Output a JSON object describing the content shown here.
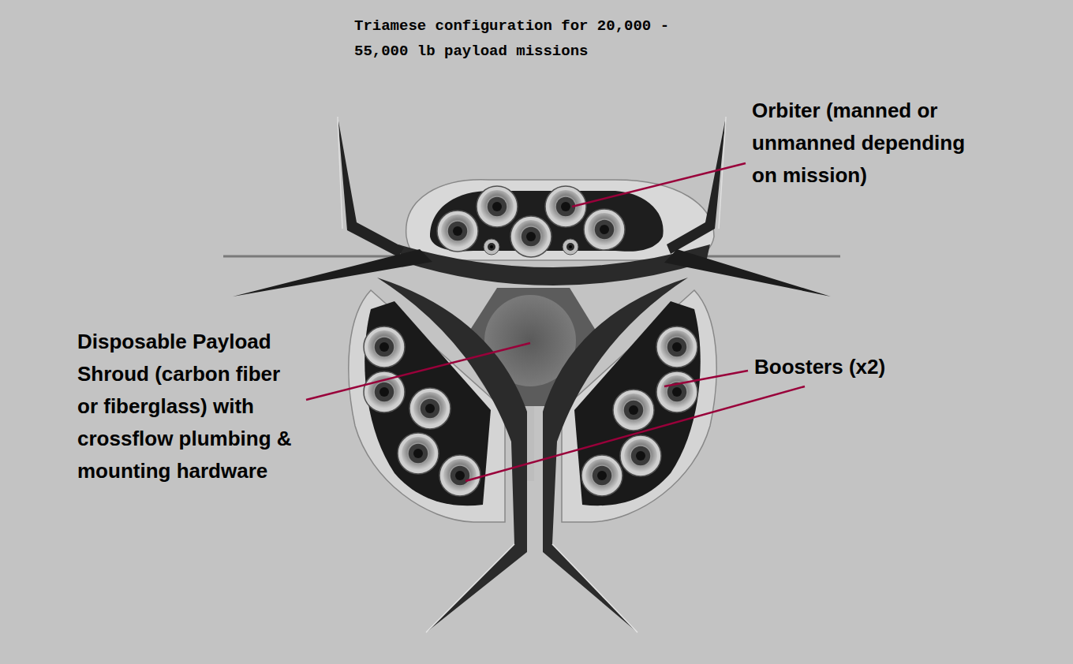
{
  "diagram": {
    "title": "Triamese configuration for 20,000 - 55,000 lb payload missions",
    "labels": [
      "Orbiter (manned or unmanned depending on mission)",
      "Disposable Payload Shroud (carbon fiber or fiberglass) with crossflow plumbing & mounting hardware",
      "Boosters (x2)"
    ]
  }
}
